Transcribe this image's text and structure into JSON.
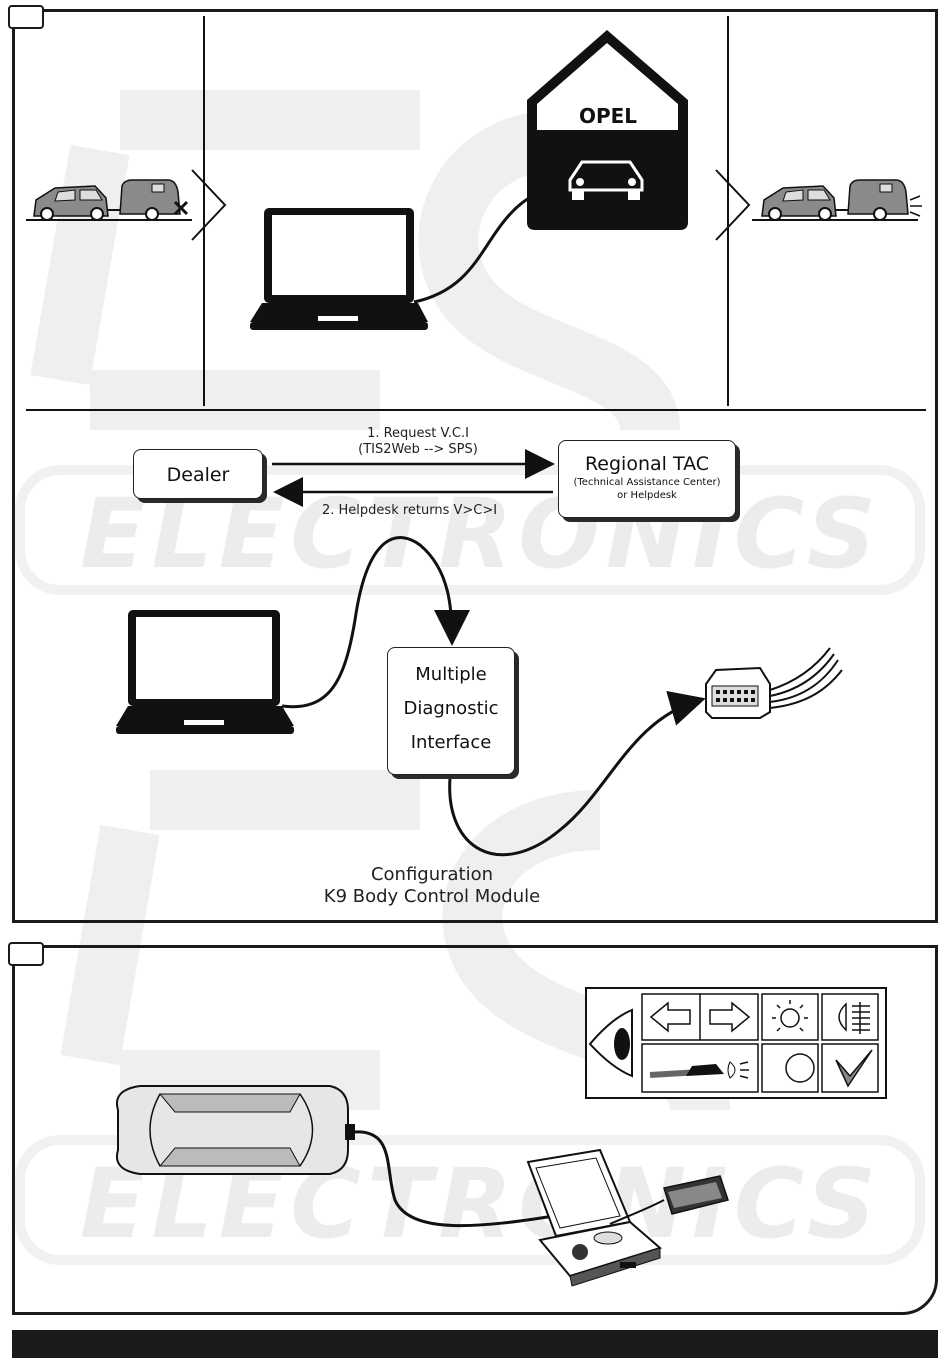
{
  "watermark": {
    "logo_text": "ECS",
    "brand_text": "ELECTRONICS"
  },
  "panel_top": {
    "garage_sign": "OPEL",
    "dealer_label": "Dealer",
    "tac_title": "Regional TAC",
    "tac_subtitle": "(Technical Assistance Center)",
    "tac_subtitle2": "or Helpdesk",
    "arrow1_line1": "1. Request V.C.I",
    "arrow1_line2": "(TIS2Web --> SPS)",
    "arrow2_label": "2. Helpdesk returns V>C>I",
    "mdi_line1": "Multiple",
    "mdi_line2": "Diagnostic",
    "mdi_line3": "Interface",
    "caption_line1": "Configuration",
    "caption_line2": "K9 Body Control Module"
  },
  "panel_bottom": {
    "icons": [
      "eye-icon",
      "arrow-left-icon",
      "arrow-right-icon",
      "light-bulb-icon",
      "fog-light-icon",
      "car-headlight-icon",
      "circle-icon",
      "checkmark-icon"
    ]
  }
}
